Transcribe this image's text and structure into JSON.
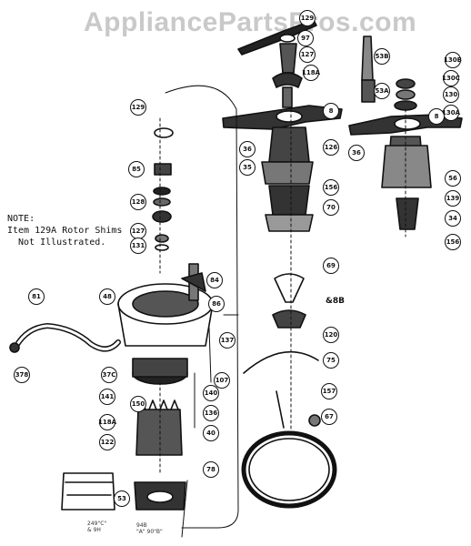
{
  "watermark": "AppliancePartsPros.com",
  "note": {
    "heading": "NOTE:",
    "line1": "Item 129A Rotor Shims",
    "line2": "Not Illustrated."
  },
  "side_label": "&8B",
  "captions": {
    "left": "249\"C\"\n& 9H",
    "right": "94B\n\"A\" 90\"B\""
  },
  "labels": [
    {
      "id": "129",
      "text": "129"
    },
    {
      "id": "97",
      "text": "97"
    },
    {
      "id": "127a",
      "text": "127"
    },
    {
      "id": "118a",
      "text": "118A"
    },
    {
      "id": "53b",
      "text": "53B"
    },
    {
      "id": "130b",
      "text": "130B"
    },
    {
      "id": "130c",
      "text": "130C"
    },
    {
      "id": "130",
      "text": "130"
    },
    {
      "id": "53a",
      "text": "53A"
    },
    {
      "id": "130a",
      "text": "130A"
    },
    {
      "id": "8a",
      "text": "8"
    },
    {
      "id": "8b",
      "text": "8"
    },
    {
      "id": "129b",
      "text": "129"
    },
    {
      "id": "36a",
      "text": "36"
    },
    {
      "id": "126",
      "text": "126"
    },
    {
      "id": "36b",
      "text": "36"
    },
    {
      "id": "56",
      "text": "56"
    },
    {
      "id": "85",
      "text": "85"
    },
    {
      "id": "35",
      "text": "35"
    },
    {
      "id": "128",
      "text": "128"
    },
    {
      "id": "139",
      "text": "139"
    },
    {
      "id": "34",
      "text": "34"
    },
    {
      "id": "156a",
      "text": "156"
    },
    {
      "id": "70",
      "text": "70"
    },
    {
      "id": "156b",
      "text": "156"
    },
    {
      "id": "127b",
      "text": "127"
    },
    {
      "id": "131",
      "text": "131"
    },
    {
      "id": "69",
      "text": "69"
    },
    {
      "id": "84",
      "text": "84"
    },
    {
      "id": "81",
      "text": "81"
    },
    {
      "id": "48",
      "text": "48"
    },
    {
      "id": "86",
      "text": "86"
    },
    {
      "id": "120",
      "text": "120"
    },
    {
      "id": "137",
      "text": "137"
    },
    {
      "id": "75",
      "text": "75"
    },
    {
      "id": "378",
      "text": "378"
    },
    {
      "id": "37c",
      "text": "37C"
    },
    {
      "id": "107",
      "text": "107"
    },
    {
      "id": "141",
      "text": "141"
    },
    {
      "id": "150",
      "text": "150"
    },
    {
      "id": "140",
      "text": "140"
    },
    {
      "id": "118b",
      "text": "118A"
    },
    {
      "id": "136",
      "text": "136"
    },
    {
      "id": "157",
      "text": "157"
    },
    {
      "id": "67",
      "text": "67"
    },
    {
      "id": "40",
      "text": "40"
    },
    {
      "id": "122",
      "text": "122"
    },
    {
      "id": "78",
      "text": "78"
    },
    {
      "id": "53",
      "text": "53"
    }
  ]
}
